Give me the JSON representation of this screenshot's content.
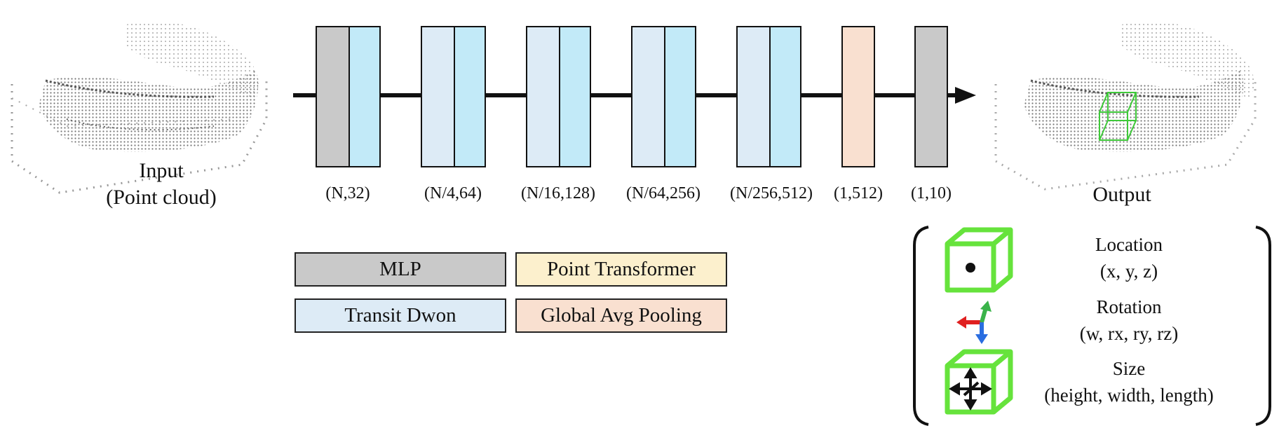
{
  "colors": {
    "mlp": "#c9c9c9",
    "transit_down": "#ddebf6",
    "point_transformer_cyan": "#c2eaf8",
    "point_transformer": "#fcf0cd",
    "global_avg_pooling": "#f9e0d0",
    "bbox_green": "#66e33c"
  },
  "input": {
    "line1": "Input",
    "line2": "(Point cloud)"
  },
  "output": {
    "label": "Output"
  },
  "dims": [
    "(N,32)",
    "(N/4,64)",
    "(N/16,128)",
    "(N/64,256)",
    "(N/256,512)",
    "(1,512)",
    "(1,10)"
  ],
  "legend": {
    "mlp": "MLP",
    "point_transformer": "Point Transformer",
    "transit_down": "Transit Dwon",
    "global_avg_pooling": "Global Avg Pooling"
  },
  "output_params": {
    "location": {
      "title": "Location",
      "vars": "(x, y, z)"
    },
    "rotation": {
      "title": "Rotation",
      "vars": "(w, rx, ry, rz)"
    },
    "size": {
      "title": "Size",
      "vars": "(height, width, length)"
    }
  }
}
